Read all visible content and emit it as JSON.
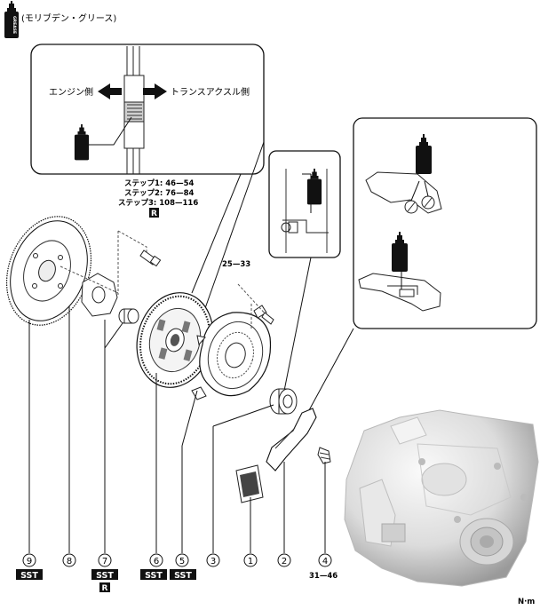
{
  "legend": {
    "grease_text": "(モリブデン・グリース)",
    "grease_word": "GREASE"
  },
  "inset_main": {
    "left_label": "エンジン側",
    "right_label": "トランスアクスル側"
  },
  "bolt_torque": {
    "step1": "ステップ1: 46—54",
    "step2": "ステップ2: 76—84",
    "step3": "ステップ3: 108—116",
    "reuse_mark": "R"
  },
  "cover_torque": "25—33",
  "pivot_torque": "31—46",
  "unit": "N·m",
  "parts": [
    {
      "num": "9",
      "badge": "SST"
    },
    {
      "num": "8"
    },
    {
      "num": "7",
      "badge": "SST",
      "badge2": "R"
    },
    {
      "num": "6",
      "badge": "SST"
    },
    {
      "num": "5",
      "badge": "SST"
    },
    {
      "num": "3"
    },
    {
      "num": "1"
    },
    {
      "num": "2"
    },
    {
      "num": "4"
    }
  ]
}
